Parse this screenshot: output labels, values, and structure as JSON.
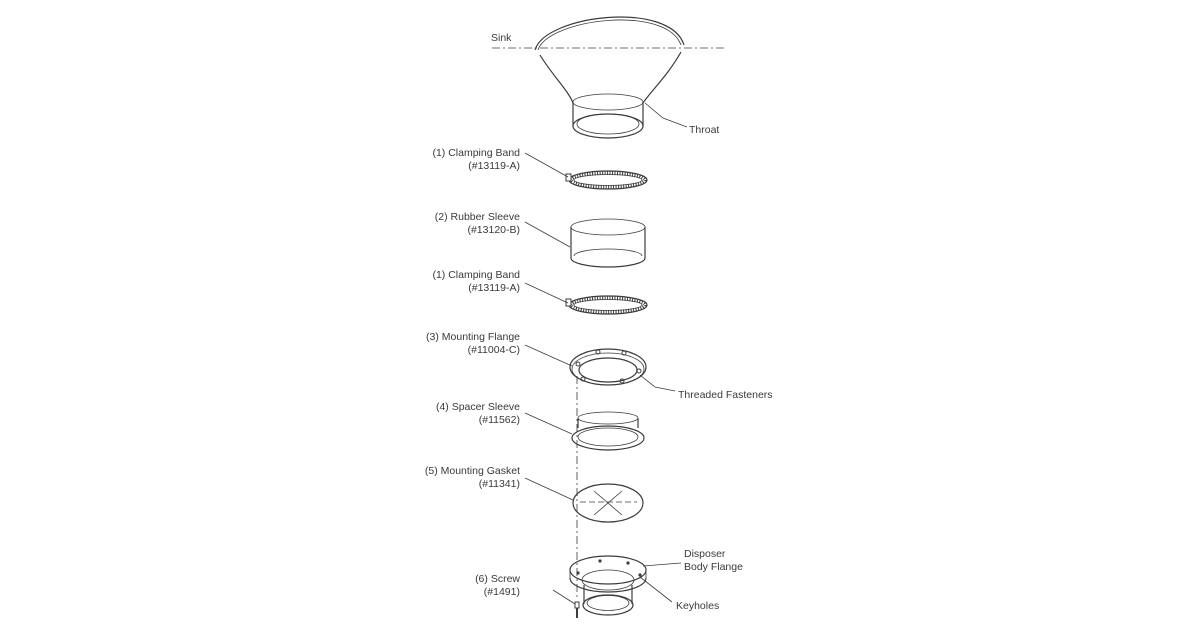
{
  "labels": {
    "sink": "Sink",
    "throat": "Throat",
    "clamping_band_1": {
      "name": "(1) Clamping Band",
      "part": "(#13119-A)"
    },
    "rubber_sleeve": {
      "name": "(2) Rubber Sleeve",
      "part": "(#13120-B)"
    },
    "clamping_band_2": {
      "name": "(1) Clamping Band",
      "part": "(#13119-A)"
    },
    "mounting_flange": {
      "name": "(3) Mounting Flange",
      "part": "(#11004-C)"
    },
    "threaded_fasteners": "Threaded Fasteners",
    "spacer_sleeve": {
      "name": "(4) Spacer Sleeve",
      "part": "(#11562)"
    },
    "mounting_gasket": {
      "name": "(5) Mounting Gasket",
      "part": "(#11341)"
    },
    "disposer_body_flange": {
      "line1": "Disposer",
      "line2": "Body Flange"
    },
    "screw": {
      "name": "(6) Screw",
      "part": "(#1491)"
    },
    "keyholes": "Keyholes"
  },
  "colors": {
    "line": "#3c3c3c",
    "text": "#3a3a3a"
  }
}
